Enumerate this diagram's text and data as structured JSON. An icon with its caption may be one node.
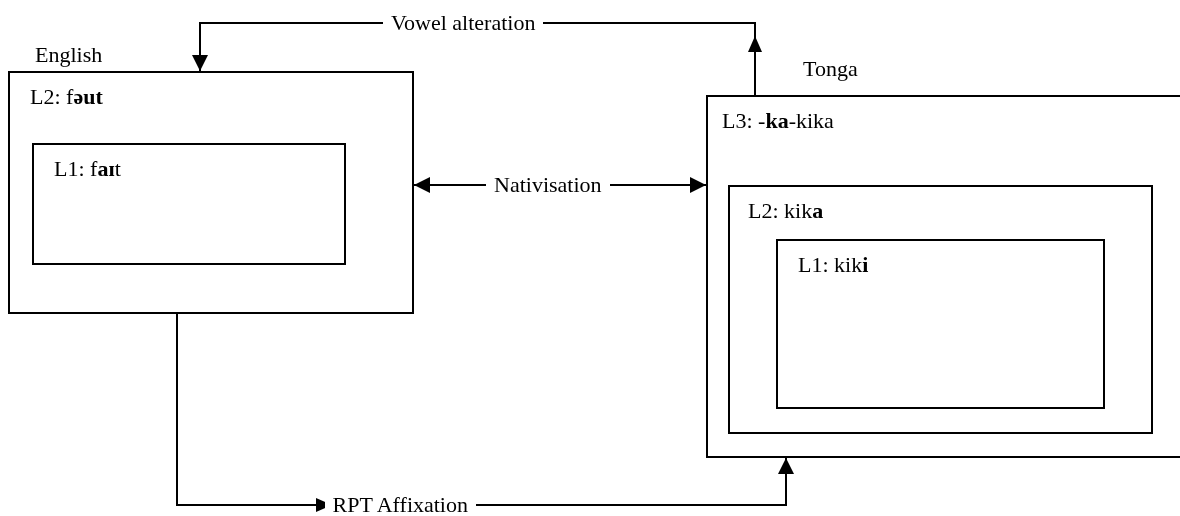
{
  "diagram": {
    "nodes": [
      {
        "text": [
          "English",
          "L2:  f**əut**"
        ]
      },
      {
        "text": [
          "L1: f**aɪ**t"
        ],
        "in": 0
      },
      {
        "text": [
          "Tonga",
          "L3: -**ka**-kika"
        ]
      },
      {
        "text": [
          "L2: kik**a**"
        ],
        "in": 2
      },
      {
        "text": [
          "L1: kik**i**"
        ],
        "in": 3
      }
    ],
    "edges": [
      {
        "from": 2,
        "to": 0,
        "arrow": "to",
        "label": "Vowel alteration"
      },
      {
        "from": 0,
        "to": 2,
        "arrow": "both",
        "label": "Nativisation"
      },
      {
        "from": 0,
        "to": 2,
        "arrow": "to",
        "label": "RPT Affixation"
      }
    ]
  }
}
